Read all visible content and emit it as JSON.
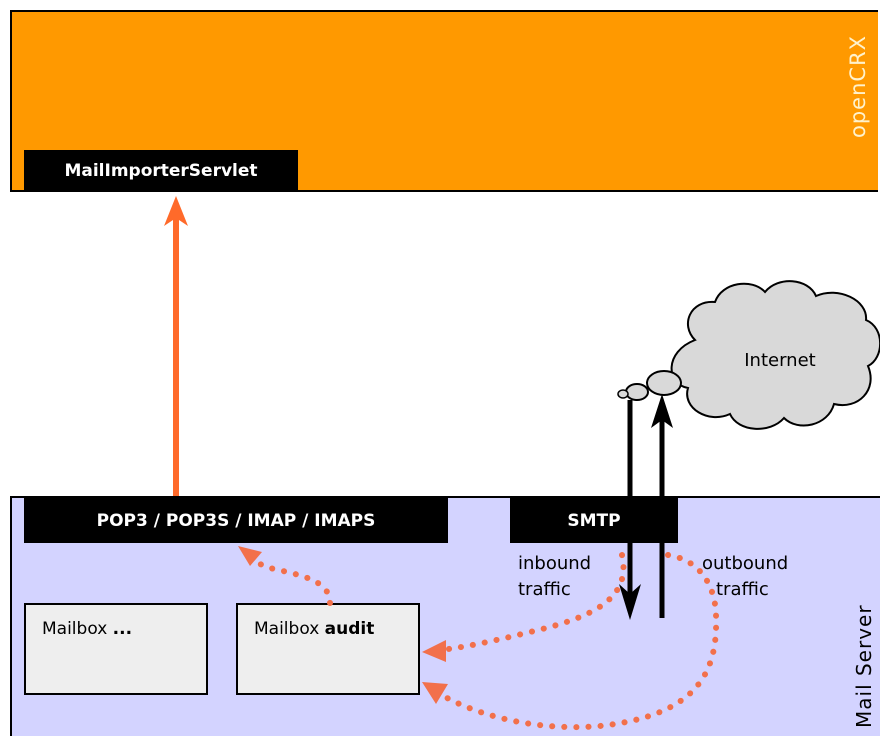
{
  "open_crx": {
    "label": "openCRX",
    "servlet_label": "MailImporterServlet"
  },
  "internet": {
    "label": "Internet"
  },
  "mail_server": {
    "label": "Mail Server",
    "protocols_label": "POP3 / POP3S / IMAP / IMAPS",
    "smtp_label": "SMTP",
    "inbound_label_line1": "inbound",
    "inbound_label_line2": "traffic",
    "outbound_label_line1": "outbound",
    "outbound_label_line2": "traffic",
    "mailbox_generic": {
      "prefix": "Mailbox",
      "name": "..."
    },
    "mailbox_audit": {
      "prefix": "Mailbox",
      "name": "audit"
    }
  },
  "colors": {
    "crx_orange": "#ff9900",
    "mail_server_lilac": "#d3d3ff",
    "arrow_orange": "#ff6a2a",
    "dotted_orange": "#f2704b",
    "black": "#000000",
    "cloud_gray": "#d9d9d9"
  }
}
